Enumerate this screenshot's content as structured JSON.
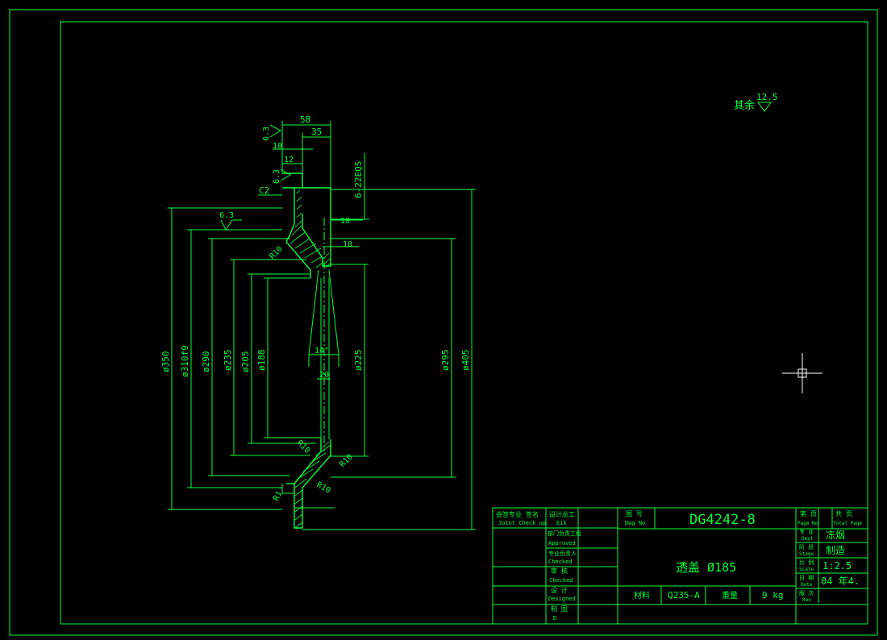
{
  "drawing": {
    "surface_note_label": "其余",
    "surface_note_value": "12.5",
    "dims": {
      "d58": "58",
      "d35": "35",
      "d10a": "10",
      "d12": "12",
      "c2": "C2",
      "r63a": "6.3",
      "r63b": "6.3",
      "r63c": "6.3",
      "spec": "6-22EQS",
      "d10b": "10",
      "d10c": "10",
      "r10a": "R10",
      "d350": "ø350",
      "d310": "ø310f9",
      "d290": "ø290",
      "d235": "ø235",
      "d205": "ø205",
      "d188": "ø188",
      "d14": "14°",
      "d225": "ø225",
      "d20": "20",
      "d295": "ø295",
      "d405": "ø405",
      "r10b": "R10",
      "r10c": "R10",
      "r10d": "R10",
      "r1": "R1"
    }
  },
  "title_block": {
    "joint_check_cn": "会签专业 签名",
    "joint_check_en": "Joint Check up",
    "design_dept_cn": "设计总工",
    "design_dept_en": "Eik",
    "approved_cn": "部门负责工程",
    "approved_en": "Approved",
    "checked_by_cn": "专业负责人",
    "checked_by_en": "Checked",
    "review_cn": "审 核",
    "review_en": "Checked",
    "design_cn": "设 计",
    "design_en": "Designed",
    "draw_cn": "制 图",
    "draw_en": "D",
    "drawing_no_cn": "图 号",
    "drawing_no_en": "Dwg No",
    "drawing_no": "DG4242-8",
    "part_name": "透盖 Ø185",
    "material_label": "材料",
    "material_value": "Q235-A",
    "weight_label": "重量",
    "weight_value": "9 kg",
    "page_cn": "第 页",
    "page_en": "Page No",
    "total_cn": "共 页",
    "total_en": "Total Page",
    "dept_cn": "专 业",
    "dept_en": "Dept",
    "dept_value": "冻烟",
    "stage_cn": "阶 段",
    "stage_en": "Stage",
    "stage_value": "制造",
    "scale_cn": "比 例",
    "scale_en": "Scale",
    "scale_value": "1:2.5",
    "date_cn": "日 期",
    "date_en": "Date",
    "date_value": "04 年4.",
    "rev_cn": "版 次",
    "rev_en": "Rev"
  }
}
